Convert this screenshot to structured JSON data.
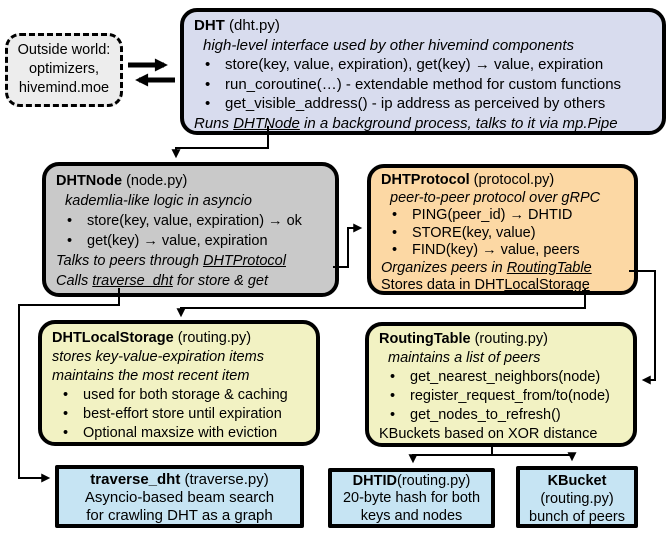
{
  "ui": {
    "bullet": "•"
  },
  "colors": {
    "dht_fill": "#d8dcee",
    "node_fill": "#c9c9c9",
    "protocol_fill": "#fcd8a4",
    "storage_fill": "#f2f2c3",
    "blue_fill": "#c6e4f3",
    "outside_fill": "#ededed",
    "line": "#000000"
  },
  "outside_world": {
    "line1": "Outside world:",
    "line2": "optimizers,",
    "line3": "hivemind.moe"
  },
  "dht": {
    "title": "DHT",
    "file": " (dht.py)",
    "subtitle": "high-level interface used by other hivemind components",
    "bullets": [
      "store(key, value, expiration), get(key) → value, expiration",
      "run_coroutine(…) - extendable method for custom functions",
      "get_visible_address() - ip address as perceived by others"
    ],
    "footer_pre": "Runs ",
    "footer_link": "DHTNode",
    "footer_post": " in a background process, talks to it via mp.Pipe"
  },
  "dht_node": {
    "title": "DHTNode",
    "file": " (node.py)",
    "subtitle": "kademlia-like logic in asyncio",
    "bullets": [
      "store(key, value, expiration) → ok",
      "get(key) → value, expiration"
    ],
    "talks_pre": "Talks to peers through ",
    "talks_link": "DHTProtocol",
    "calls_pre": "Calls ",
    "calls_link": "traverse_dht",
    "calls_post": " for store & get"
  },
  "dht_protocol": {
    "title": "DHTProtocol",
    "file": " (protocol.py)",
    "subtitle": "peer-to-peer protocol over gRPC",
    "bullets": [
      "PING(peer_id) → DHTID",
      "STORE(key, value)",
      "FIND(key) → value, peers"
    ],
    "organizes_pre": "Organizes peers in ",
    "organizes_link": "RoutingTable",
    "stores_pre": "Stores data in DHT",
    "stores_link": "LocalStorage"
  },
  "dht_local_storage": {
    "title": "DHTLocalStorage",
    "file": " (routing.py)",
    "subtitle1": "stores key-value-expiration items",
    "subtitle2": "maintains the most recent item",
    "bullets": [
      "used for both storage & caching",
      "best-effort store until expiration",
      "Optional maxsize with eviction"
    ]
  },
  "routing_table": {
    "title": "RoutingTable",
    "file": " (routing.py)",
    "subtitle": "maintains a list of peers",
    "bullets": [
      "get_nearest_neighbors(node)",
      "register_request_from/to(node)",
      "get_nodes_to_refresh()"
    ],
    "footer": "KBuckets based on XOR distance"
  },
  "traverse_dht": {
    "title": "traverse_dht",
    "file": " (traverse.py)",
    "line1": "Asyncio-based beam search",
    "line2": "for crawling DHT as a graph"
  },
  "dhtid": {
    "title": "DHTID",
    "file": "(routing.py)",
    "line1": "20-byte hash for both",
    "line2": "keys and nodes"
  },
  "kbucket": {
    "title": "KBucket",
    "file": "(routing.py)",
    "line1": "bunch of peers"
  }
}
